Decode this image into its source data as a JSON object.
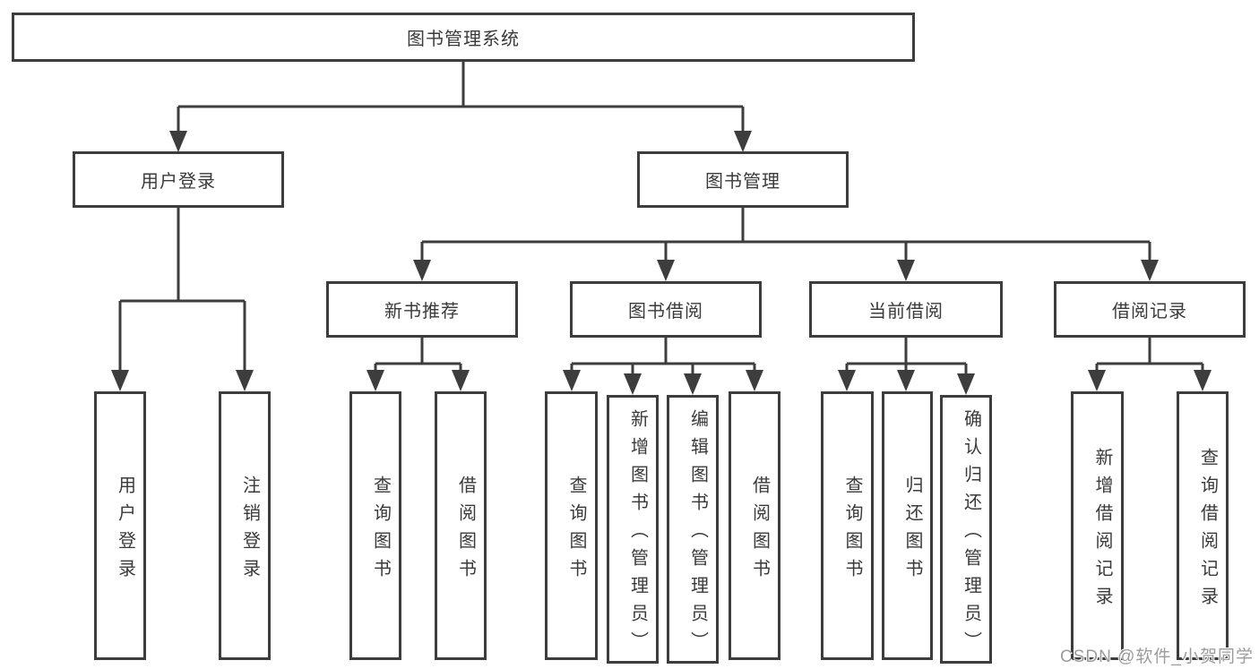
{
  "colors": {
    "line": "#3d3d3d",
    "text": "#3a3a3a",
    "node_bg": "#ffffff",
    "page_bg": "#ffffff",
    "watermark": "#9c9c9c"
  },
  "tree": {
    "root": {
      "label": "图书管理系统"
    },
    "children": [
      {
        "label": "用户登录",
        "leaves": [
          "用户登录",
          "注销登录"
        ]
      },
      {
        "label": "图书管理",
        "children": [
          {
            "label": "新书推荐",
            "leaves": [
              "查询图书",
              "借阅图书"
            ]
          },
          {
            "label": "图书借阅",
            "leaves": [
              "查询图书",
              "新增图书（管理员）",
              "编辑图书（管理员）",
              "借阅图书"
            ]
          },
          {
            "label": "当前借阅",
            "leaves": [
              "查询图书",
              "归还图书",
              "确认归还（管理员）"
            ]
          },
          {
            "label": "借阅记录",
            "leaves": [
              "新增借阅记录",
              "查询借阅记录"
            ]
          }
        ]
      }
    ]
  },
  "watermark": {
    "text": "CSDN @软件_小贺同学"
  }
}
